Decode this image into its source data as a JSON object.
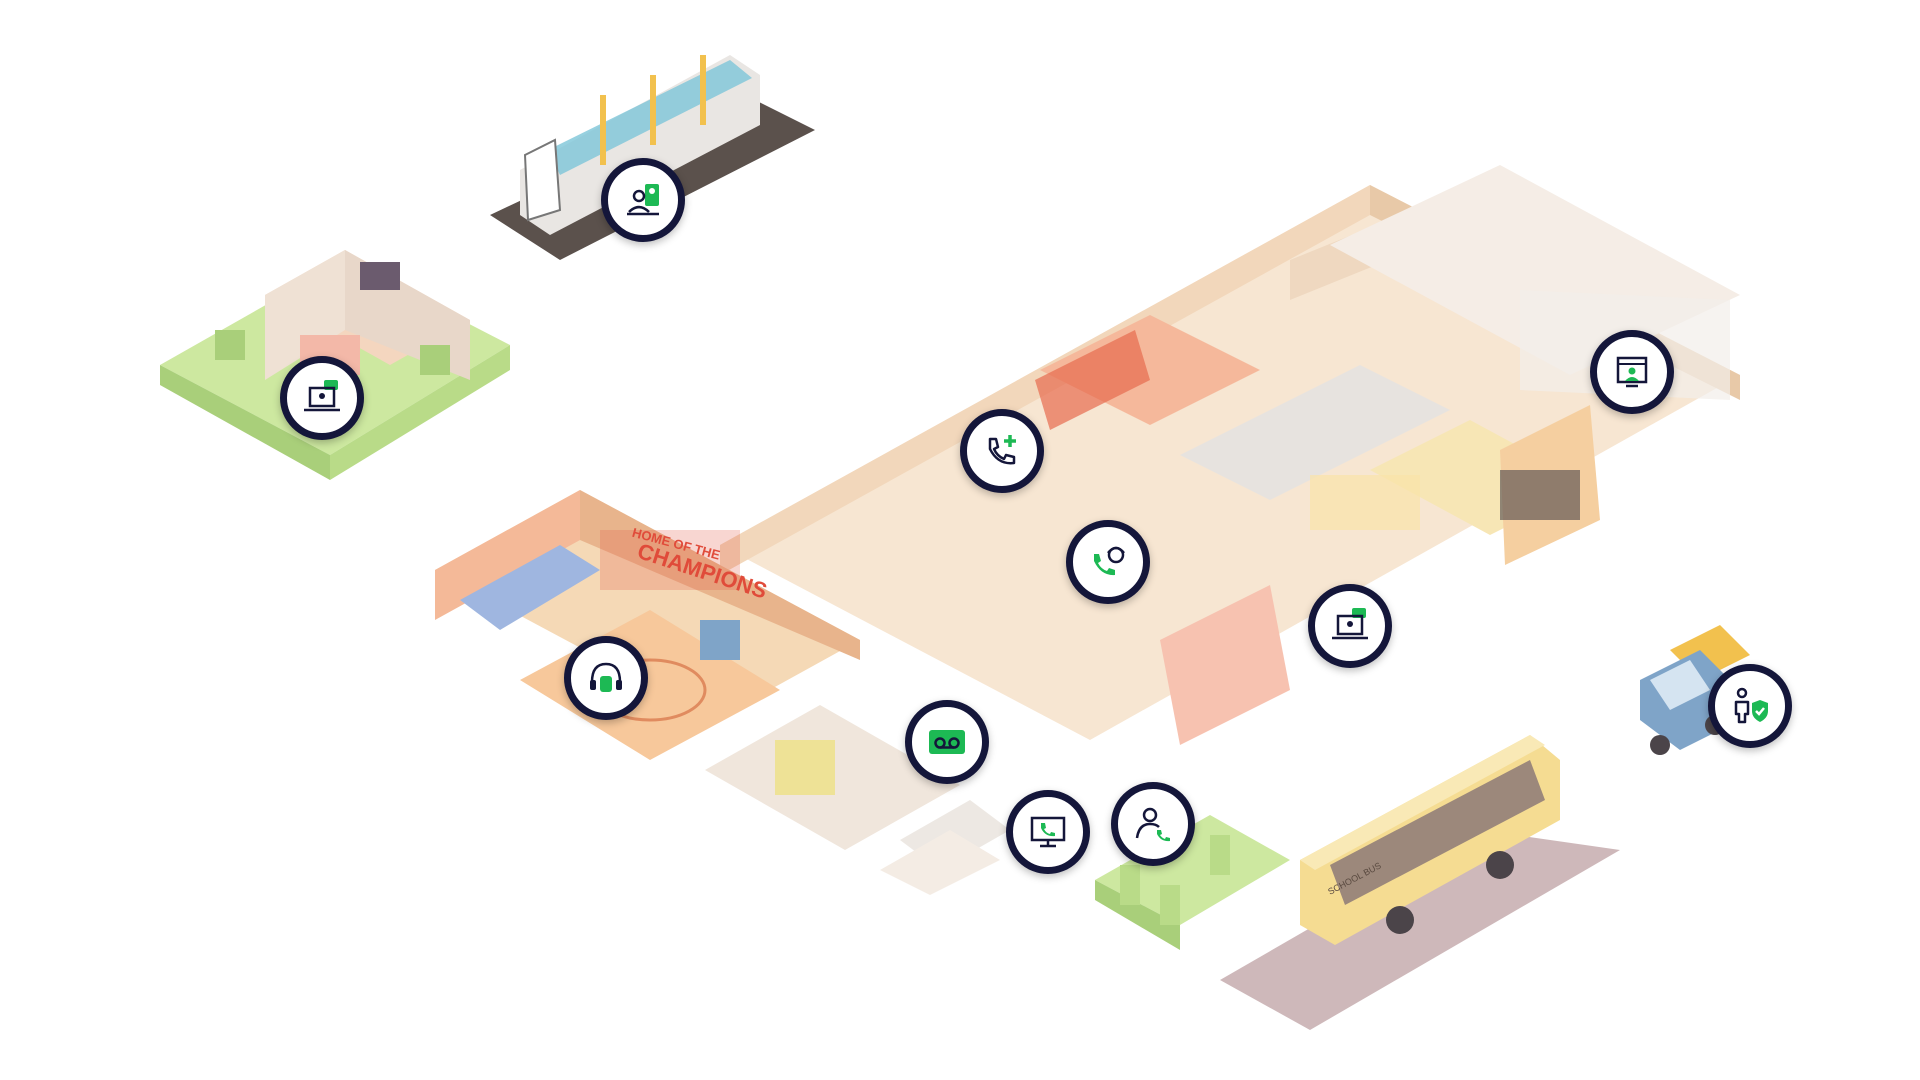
{
  "scene": {
    "gym_banner_small": "HOME OF THE",
    "gym_banner_large": "CHAMPIONS",
    "bus_label": "SCHOOL BUS"
  },
  "colors": {
    "ring": "#14163a",
    "accent": "#1db954",
    "floor": "#f7e6d2",
    "wall": "#f2d7bb",
    "grass": "#cde8a0",
    "bus": "#f5dc92",
    "truck": "#7fa4c8",
    "road": "#c9b0b3"
  },
  "hotspots": [
    {
      "id": "train-remote-learning",
      "icon": "tablet-user-icon"
    },
    {
      "id": "home-video-chat",
      "icon": "laptop-chat-icon"
    },
    {
      "id": "classroom-call-add",
      "icon": "phone-plus-icon"
    },
    {
      "id": "office-support-call",
      "icon": "phone-agent-icon"
    },
    {
      "id": "admin-video-room",
      "icon": "screen-user-icon"
    },
    {
      "id": "classroom-chat",
      "icon": "laptop-chat-icon"
    },
    {
      "id": "gym-headset",
      "icon": "headset-icon"
    },
    {
      "id": "hall-voicemail",
      "icon": "voicemail-icon"
    },
    {
      "id": "entrance-desk-phone",
      "icon": "monitor-phone-icon"
    },
    {
      "id": "entrance-user-call",
      "icon": "user-phone-icon"
    },
    {
      "id": "truck-security",
      "icon": "person-shield-icon"
    }
  ]
}
